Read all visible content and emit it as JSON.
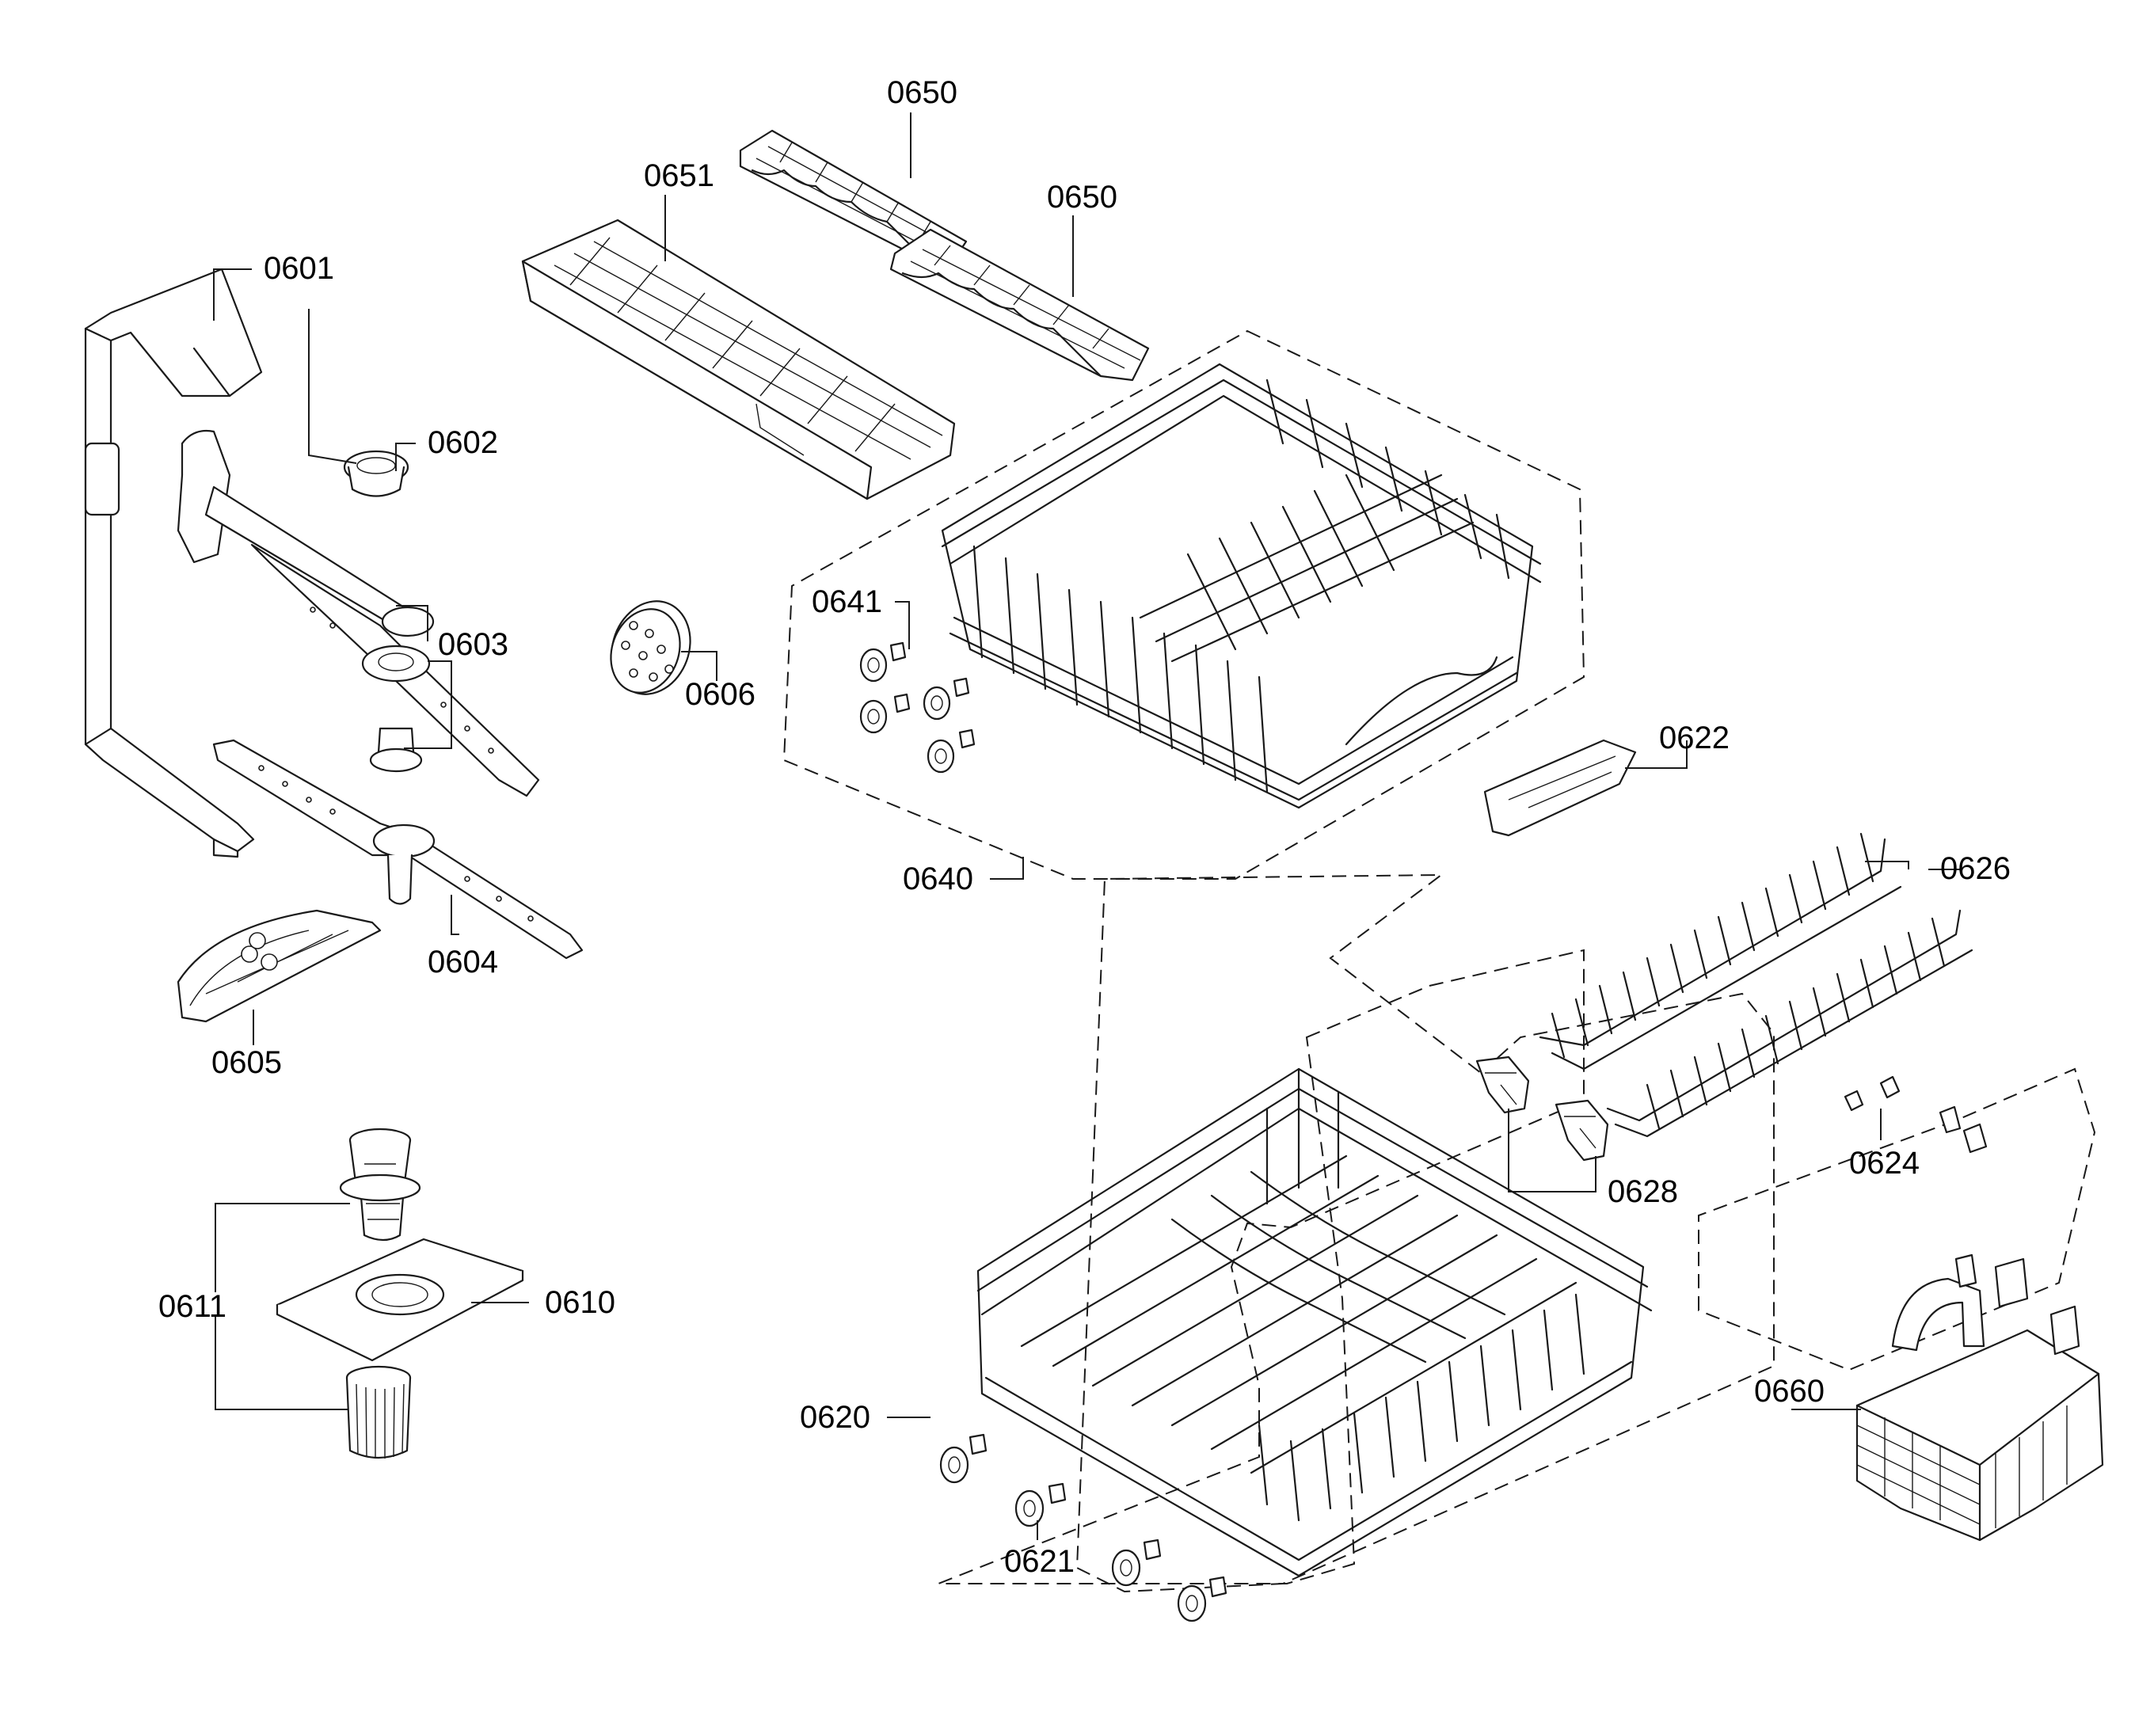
{
  "parts": [
    {
      "id": "0601"
    },
    {
      "id": "0602"
    },
    {
      "id": "0603"
    },
    {
      "id": "0604"
    },
    {
      "id": "0605"
    },
    {
      "id": "0606"
    },
    {
      "id": "0610"
    },
    {
      "id": "0611"
    },
    {
      "id": "0620"
    },
    {
      "id": "0621"
    },
    {
      "id": "0622"
    },
    {
      "id": "0624"
    },
    {
      "id": "0626"
    },
    {
      "id": "0628"
    },
    {
      "id": "0640"
    },
    {
      "id": "0641"
    },
    {
      "id": "0650"
    },
    {
      "id": "0650"
    },
    {
      "id": "0651"
    },
    {
      "id": "0660"
    }
  ]
}
